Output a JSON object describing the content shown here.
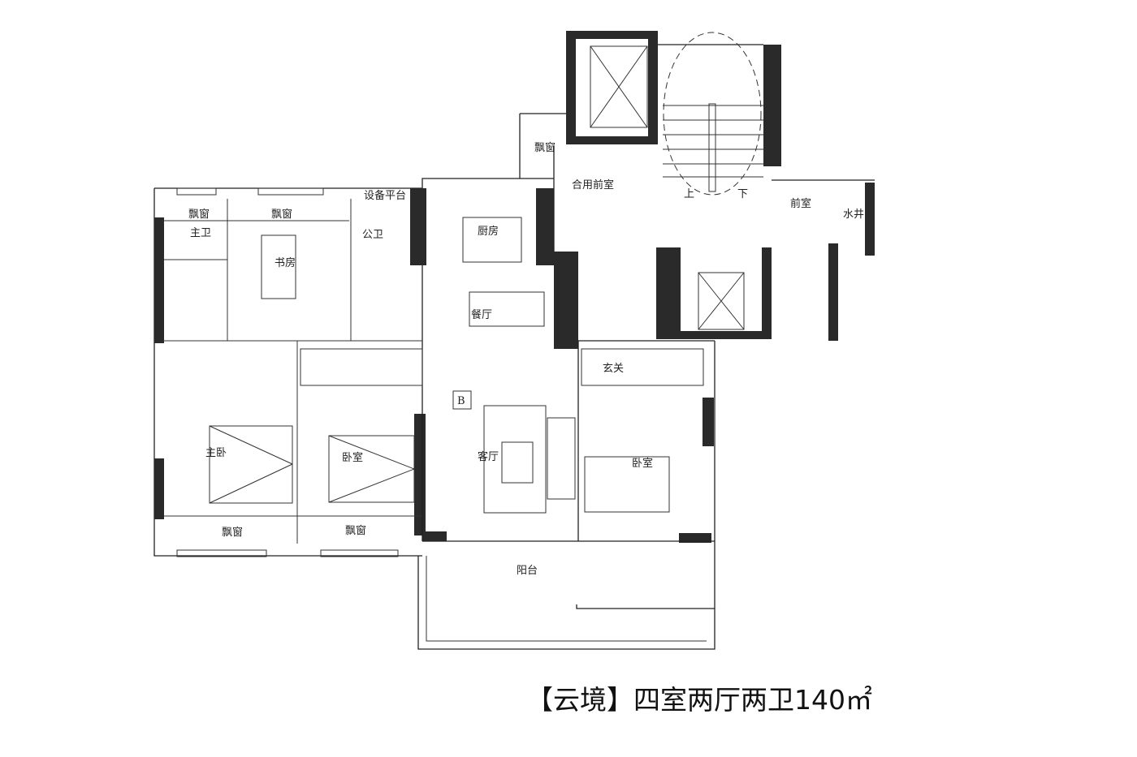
{
  "plan": {
    "caption": "【云境】四室两厅两卫140㎡",
    "unit_marker": "B",
    "rooms": {
      "bay_window_master_bath": "飘窗",
      "bay_window_study": "飘窗",
      "master_bath": "主卫",
      "study": "书房",
      "equipment_platform": "设备平台",
      "public_bath": "公卫",
      "kitchen": "厨房",
      "shared_lobby": "合用前室",
      "bay_window_lobby": "飘窗",
      "front_room": "前室",
      "water_shaft": "水井",
      "dining": "餐厅",
      "foyer": "玄关",
      "master_bedroom": "主卧",
      "bedroom_2": "卧室",
      "living": "客厅",
      "bedroom_3": "卧室",
      "bay_window_master_bed": "飘窗",
      "bay_window_bed2": "飘窗",
      "balcony": "阳台",
      "stair_up": "上",
      "stair_down": "下"
    }
  }
}
